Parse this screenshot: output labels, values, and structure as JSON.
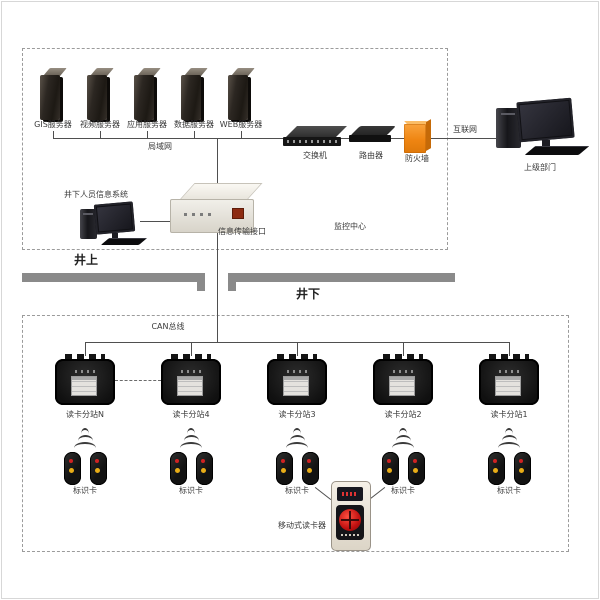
{
  "surface": {
    "servers": [
      "GIS服务器",
      "视频服务器",
      "应用服务器",
      "数据服务器",
      "WEB服务器"
    ],
    "lan_label": "局域网",
    "switch_label": "交换机",
    "router_label": "路由器",
    "firewall_label": "防火墙",
    "internet_label": "互联网",
    "superior_department_label": "上级部门",
    "info_system_label": "井下人员信息系统",
    "transmission_interface_label": "信息传输接口",
    "monitoring_center_label": "监控中心"
  },
  "divider": {
    "surface_label": "井上",
    "underground_label": "井下"
  },
  "underground": {
    "can_bus_label": "CAN总线",
    "substations": [
      "读卡分站N",
      "读卡分站4",
      "读卡分站3",
      "读卡分站2",
      "读卡分站1"
    ],
    "card_label": "标识卡",
    "mobile_reader_label": "移动式读卡器"
  },
  "colors": {
    "firewall_orange": "#ef8512",
    "device_black": "#141414",
    "divider_gray": "#8a8a8a",
    "line_gray": "#4f4f4f",
    "led_red": "#d02222",
    "led_yellow": "#e9ad17"
  }
}
